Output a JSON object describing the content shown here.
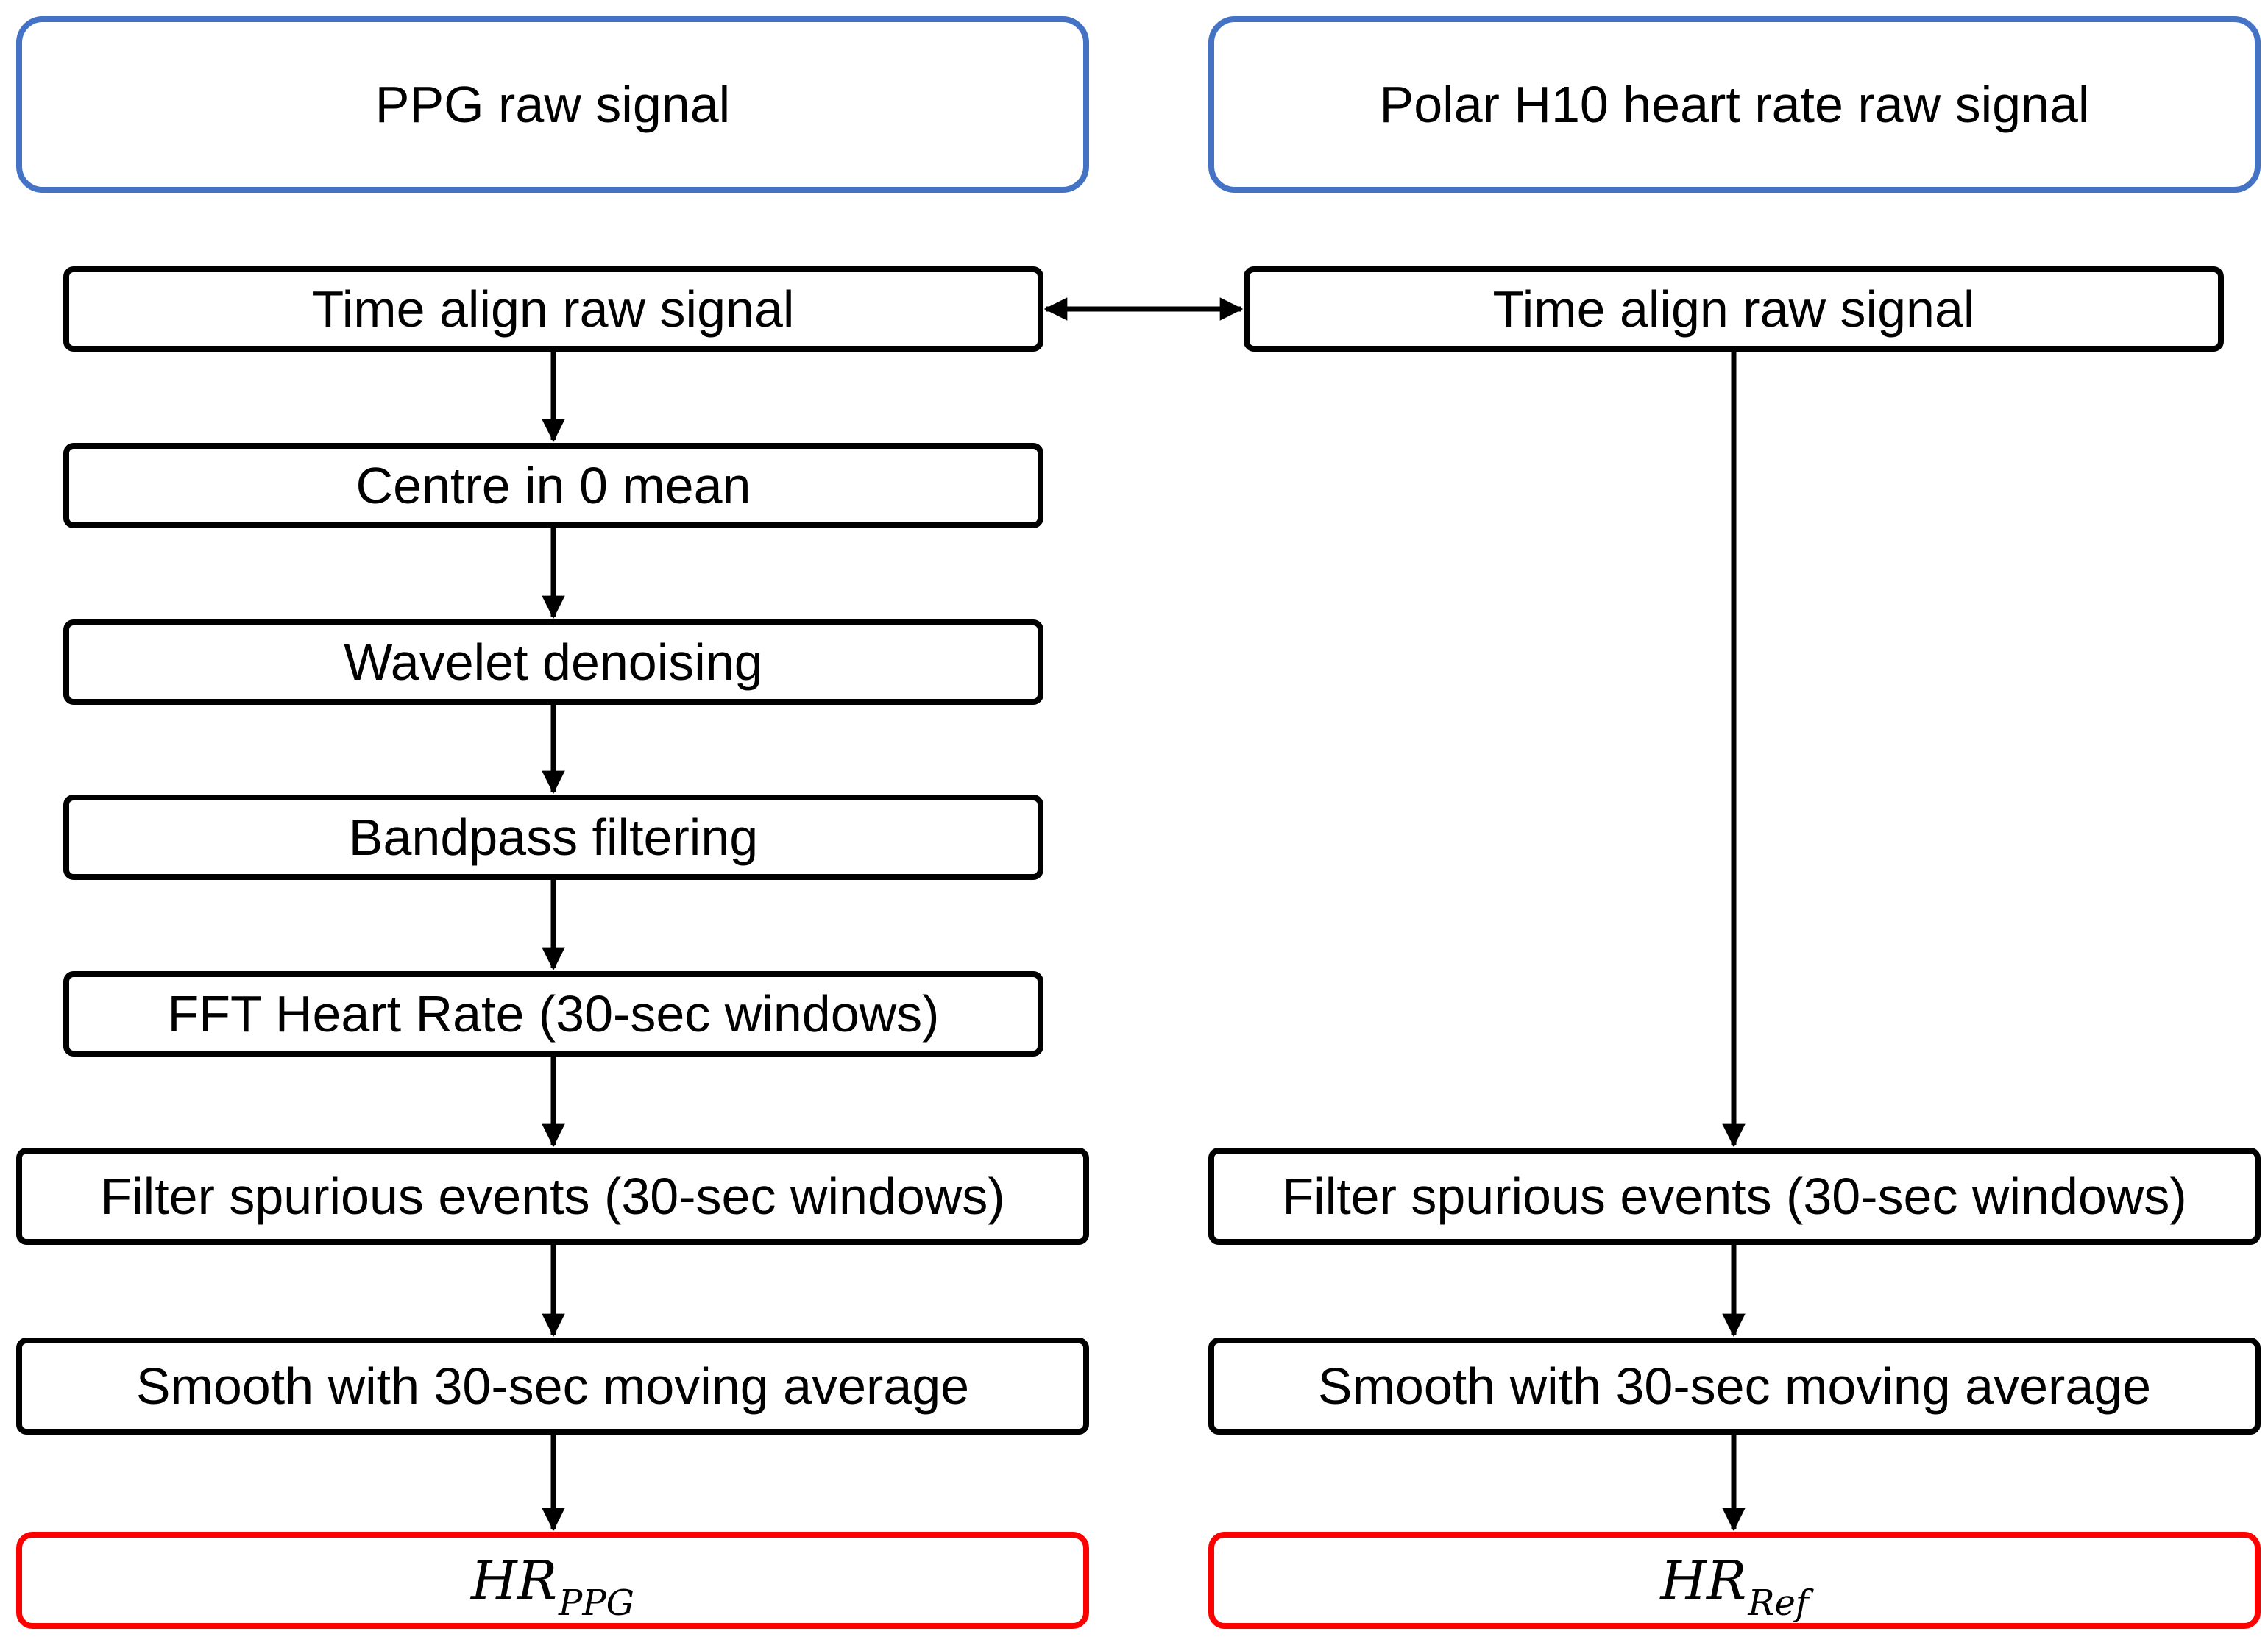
{
  "left": {
    "source": "PPG raw signal",
    "steps": [
      "Time align raw signal",
      "Centre in 0 mean",
      "Wavelet denoising",
      "Bandpass filtering",
      "FFT Heart Rate (30-sec windows)",
      "Filter spurious events (30-sec windows)",
      "Smooth with 30-sec moving average"
    ],
    "output": {
      "base": "HR",
      "sub": "PPG"
    }
  },
  "right": {
    "source": "Polar H10 heart rate raw signal",
    "steps": [
      "Time align raw signal",
      "Filter spurious events (30-sec windows)",
      "Smooth with 30-sec moving average"
    ],
    "output": {
      "base": "HR",
      "sub": "Ref"
    }
  },
  "colors": {
    "source_border": "#4472c4",
    "step_border": "#000000",
    "output_border": "#ff0000"
  }
}
